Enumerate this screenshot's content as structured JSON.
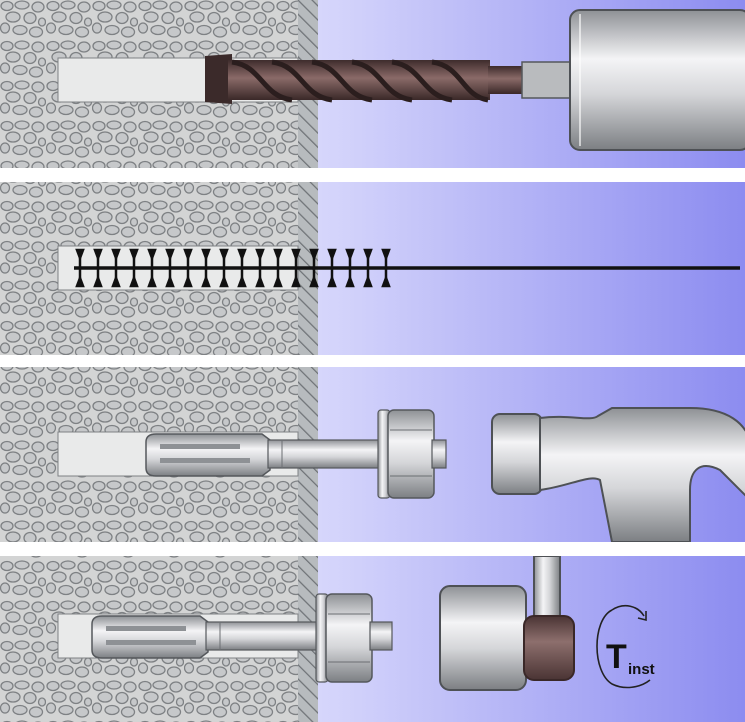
{
  "figure": {
    "steps": [
      {
        "id": "drill"
      },
      {
        "id": "clean"
      },
      {
        "id": "set"
      },
      {
        "id": "torque"
      }
    ],
    "torque_symbol": "T",
    "torque_subscript": "inst",
    "colors": {
      "concrete": "#d3d4d4",
      "stone": "#c6c8ca",
      "stone_stroke": "#7e8184",
      "hole": "#e9eaea",
      "wall_face": "#a9adb0",
      "background_light": "#f6f6ff",
      "background_dark": "#8c8cf0",
      "drill_bit": "#5b4343",
      "steel_light": "#f1f1f3",
      "steel_dark": "#8e9195",
      "separator": "#ffffff"
    }
  }
}
